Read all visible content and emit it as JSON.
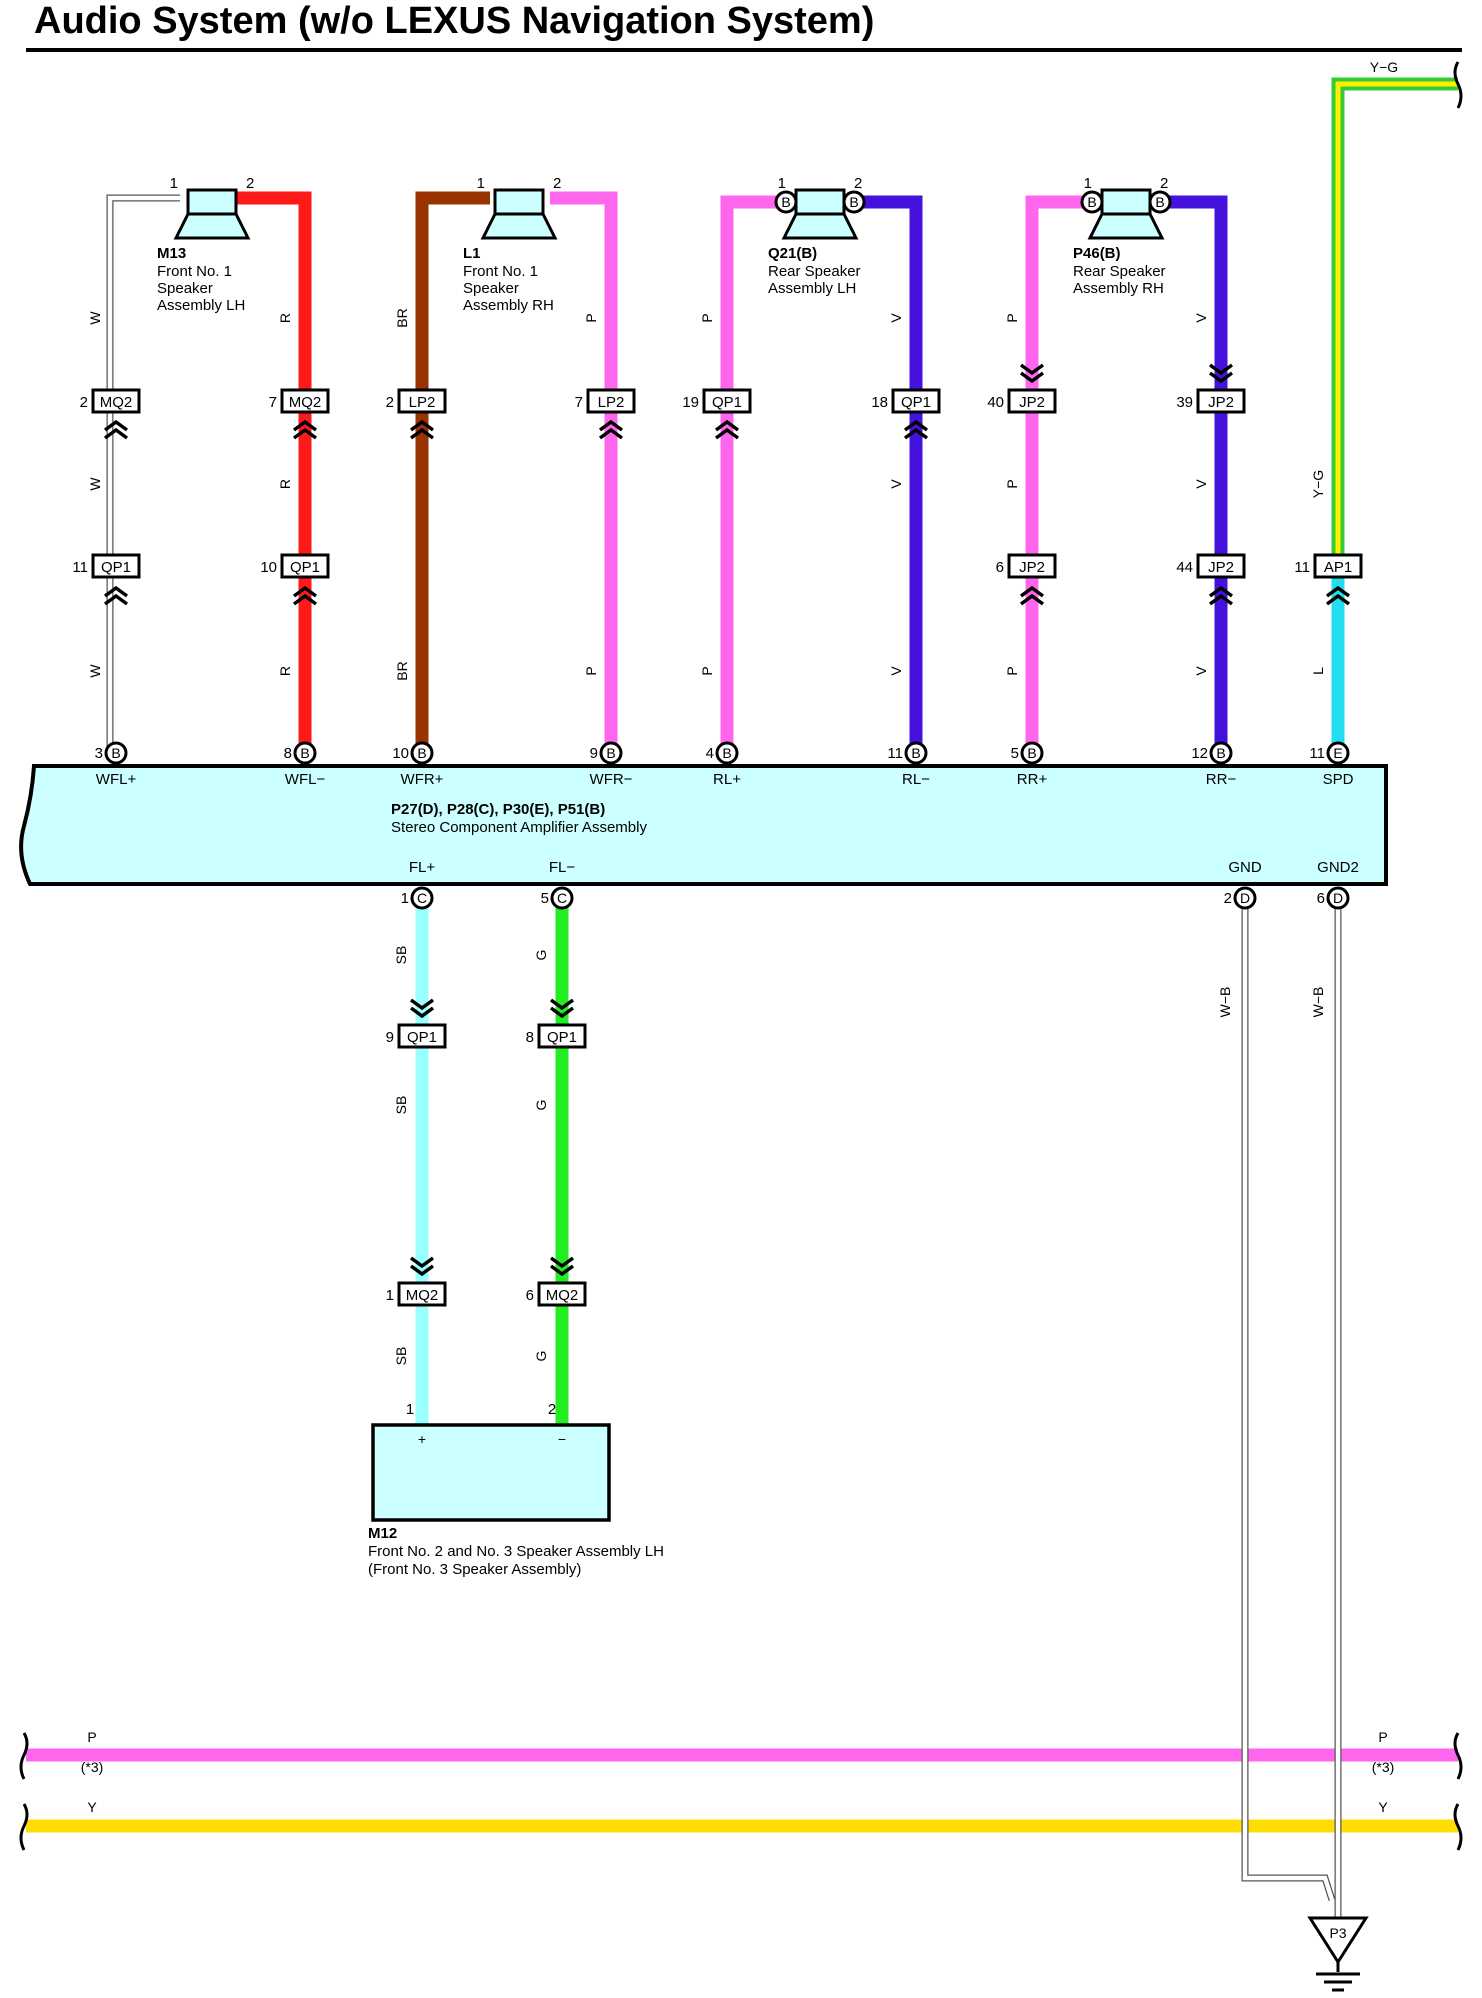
{
  "title": "Audio System (w/o LEXUS Navigation System)",
  "colors": {
    "W": "#ffffff",
    "R": "#ff1a1a",
    "BR": "#993300",
    "P": "#ff66ee",
    "V": "#4411dd",
    "L": "#22ddee",
    "SB": "#99ffff",
    "G": "#22ee22",
    "Y": "#ffdd00",
    "YG_yellow": "#ffee00",
    "YG_green": "#33cc33",
    "panel": "#ccffff"
  },
  "speakers": {
    "m13": {
      "id": "M13",
      "l1": "Front No.  1",
      "l2": "Speaker",
      "l3": "Assembly LH",
      "p1": "1",
      "p2": "2"
    },
    "l1": {
      "id": "L1",
      "l1": "Front No.  1",
      "l2": "Speaker",
      "l3": "Assembly RH",
      "p1": "1",
      "p2": "2"
    },
    "q21": {
      "id": "Q21(B)",
      "l1": "Rear Speaker",
      "l2": "Assembly LH",
      "p1": "1",
      "p2": "2",
      "pin_label": "B"
    },
    "p46": {
      "id": "P46(B)",
      "l1": "Rear Speaker",
      "l2": "Assembly RH",
      "p1": "1",
      "p2": "2",
      "pin_label": "B"
    }
  },
  "wire_labels": {
    "w": "W",
    "r": "R",
    "br": "BR",
    "p": "P",
    "v": "V",
    "yg": "Y−G",
    "yg_top": "Y−G",
    "l": "L",
    "sb": "SB",
    "g": "G",
    "wb": "W−B",
    "y": "Y",
    "p3note": "(*3)"
  },
  "connectors": {
    "mq2_a": {
      "code": "MQ2",
      "pin": "2"
    },
    "mq2_b": {
      "code": "MQ2",
      "pin": "7"
    },
    "lp2_a": {
      "code": "LP2",
      "pin": "2"
    },
    "lp2_b": {
      "code": "LP2",
      "pin": "7"
    },
    "qp1_a": {
      "code": "QP1",
      "pin": "19"
    },
    "qp1_b": {
      "code": "QP1",
      "pin": "18"
    },
    "jp2_a": {
      "code": "JP2",
      "pin": "40"
    },
    "jp2_b": {
      "code": "JP2",
      "pin": "39"
    },
    "qp1_c": {
      "code": "QP1",
      "pin": "11"
    },
    "qp1_d": {
      "code": "QP1",
      "pin": "10"
    },
    "jp2_c": {
      "code": "JP2",
      "pin": "6"
    },
    "jp2_d": {
      "code": "JP2",
      "pin": "44"
    },
    "ap1": {
      "code": "AP1",
      "pin": "11"
    },
    "qp1_e": {
      "code": "QP1",
      "pin": "9"
    },
    "qp1_f": {
      "code": "QP1",
      "pin": "8"
    },
    "mq2_c": {
      "code": "MQ2",
      "pin": "1"
    },
    "mq2_d": {
      "code": "MQ2",
      "pin": "6"
    }
  },
  "amplifier": {
    "line1": "P27(D), P28(C), P30(E), P51(B)",
    "line2": "Stereo Component Amplifier Assembly",
    "top_terminals": [
      {
        "pin": "3",
        "conn": "B",
        "label": "WFL+"
      },
      {
        "pin": "8",
        "conn": "B",
        "label": "WFL−"
      },
      {
        "pin": "10",
        "conn": "B",
        "label": "WFR+"
      },
      {
        "pin": "9",
        "conn": "B",
        "label": "WFR−"
      },
      {
        "pin": "4",
        "conn": "B",
        "label": "RL+"
      },
      {
        "pin": "11",
        "conn": "B",
        "label": "RL−"
      },
      {
        "pin": "5",
        "conn": "B",
        "label": "RR+"
      },
      {
        "pin": "12",
        "conn": "B",
        "label": "RR−"
      },
      {
        "pin": "11",
        "conn": "E",
        "label": "SPD"
      }
    ],
    "bottom_terminals": [
      {
        "pin": "1",
        "conn": "C",
        "label": "FL+"
      },
      {
        "pin": "5",
        "conn": "C",
        "label": "FL−"
      },
      {
        "pin": "2",
        "conn": "D",
        "label": "GND"
      },
      {
        "pin": "6",
        "conn": "D",
        "label": "GND2"
      }
    ]
  },
  "m12": {
    "id": "M12",
    "line1": "Front No.  2 and No.  3 Speaker Assembly LH",
    "line2": "(Front No.  3 Speaker Assembly)",
    "pin1": "1",
    "pin2": "2",
    "plus": "+",
    "minus": "−"
  },
  "ground": {
    "id": "P3"
  }
}
